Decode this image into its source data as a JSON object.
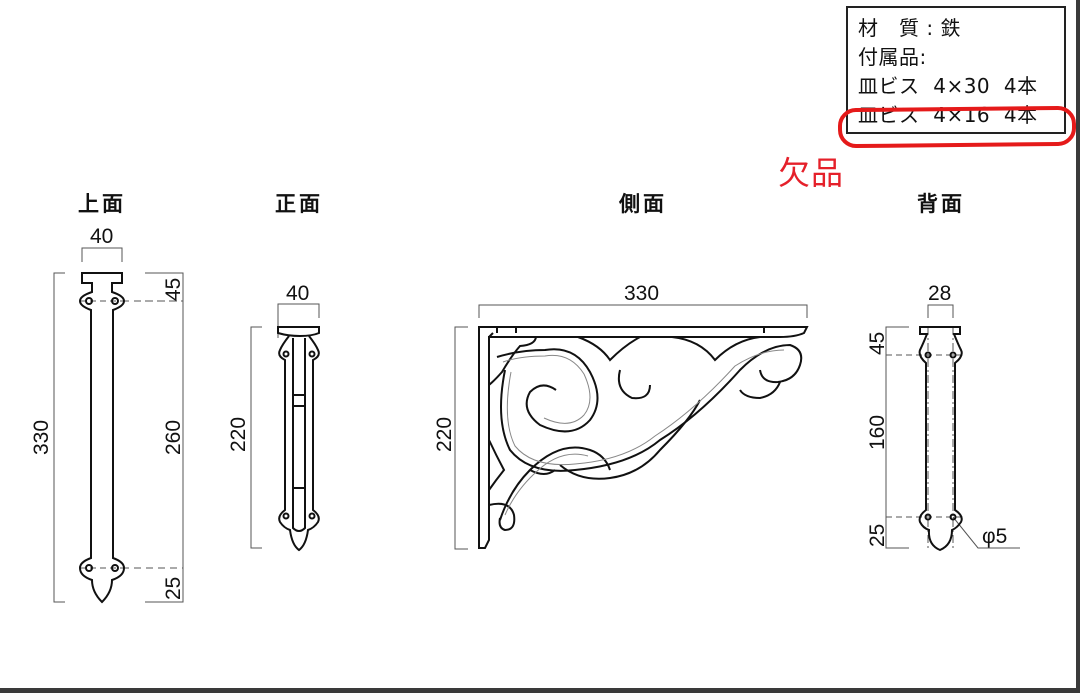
{
  "spec_box": {
    "material_label": "材　質",
    "material_sep": ":",
    "material_value": "鉄",
    "accessories_label": "付属品:",
    "items": [
      {
        "name": "皿ビス",
        "size": "4×30",
        "qty": "4本"
      },
      {
        "name": "皿ビス",
        "size": "4×16",
        "qty": "4本",
        "highlighted": true
      }
    ],
    "line1": "材　質 : 鉄",
    "line2": "付属品:",
    "line3": "皿ビス  4×30  4本",
    "line4": "皿ビス  4×16  4本"
  },
  "annotation": {
    "text": "欠品",
    "color": "#e5202a"
  },
  "views": {
    "top": {
      "title": "上面",
      "dims": {
        "width": "40",
        "total_height": "330",
        "top_offset": "45",
        "hole_pitch": "260",
        "bottom_offset": "25"
      }
    },
    "front": {
      "title": "正面",
      "dims": {
        "width": "40",
        "height": "220"
      }
    },
    "side": {
      "title": "側面",
      "dims": {
        "width": "330",
        "height": "220"
      }
    },
    "back": {
      "title": "背面",
      "dims": {
        "width": "28",
        "top_offset": "45",
        "hole_pitch": "160",
        "bottom_offset": "25",
        "hole_diameter": "φ5"
      }
    }
  }
}
